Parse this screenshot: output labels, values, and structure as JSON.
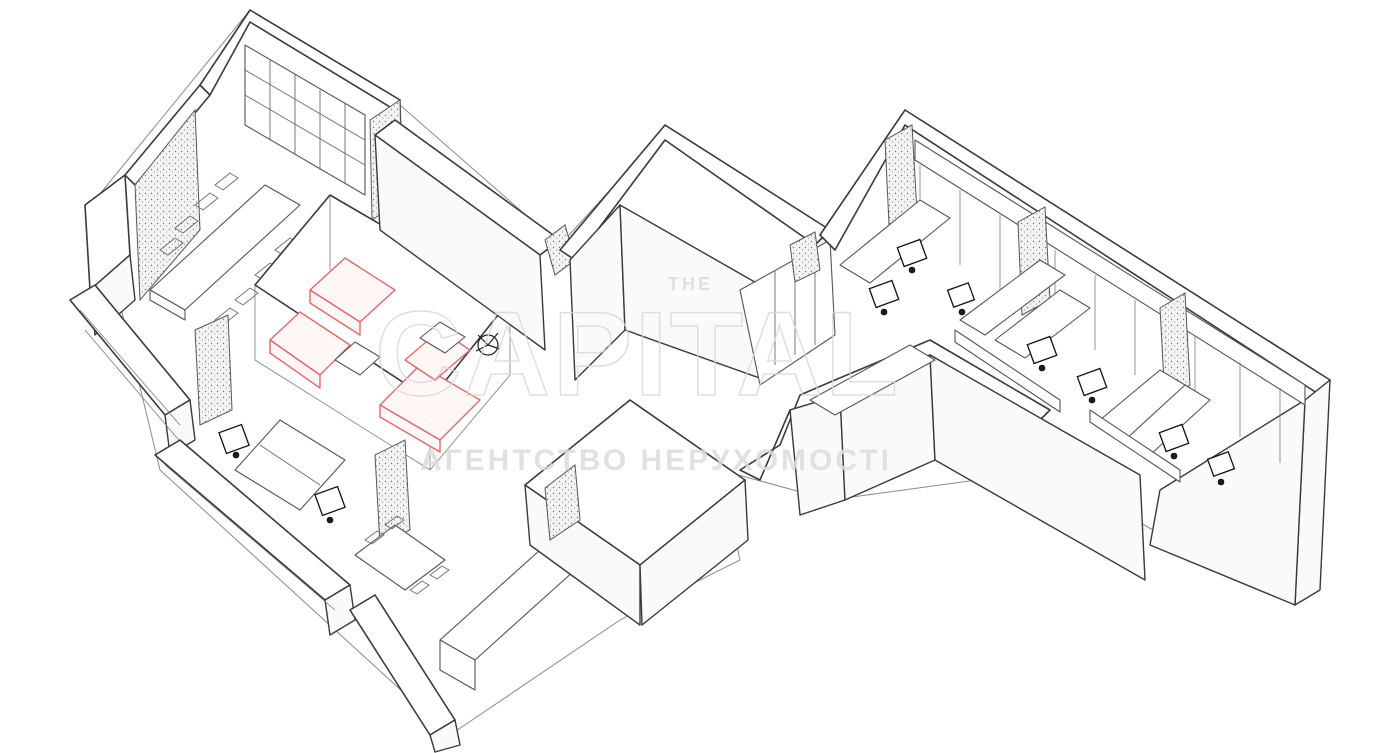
{
  "watermark": {
    "brand_small": "THE",
    "brand": "CAPITAL",
    "subtitle": "АГЕНТСТВО НЕРУХОМОСТІ"
  },
  "colors": {
    "outline": "#3a3a3a",
    "sofa_accent": "#e06a6a",
    "watermark": "#d8d8d8",
    "chair_dark": "#1c1c1c"
  },
  "icons": [
    "office-chair-icon",
    "plant-icon",
    "sofa-icon"
  ]
}
